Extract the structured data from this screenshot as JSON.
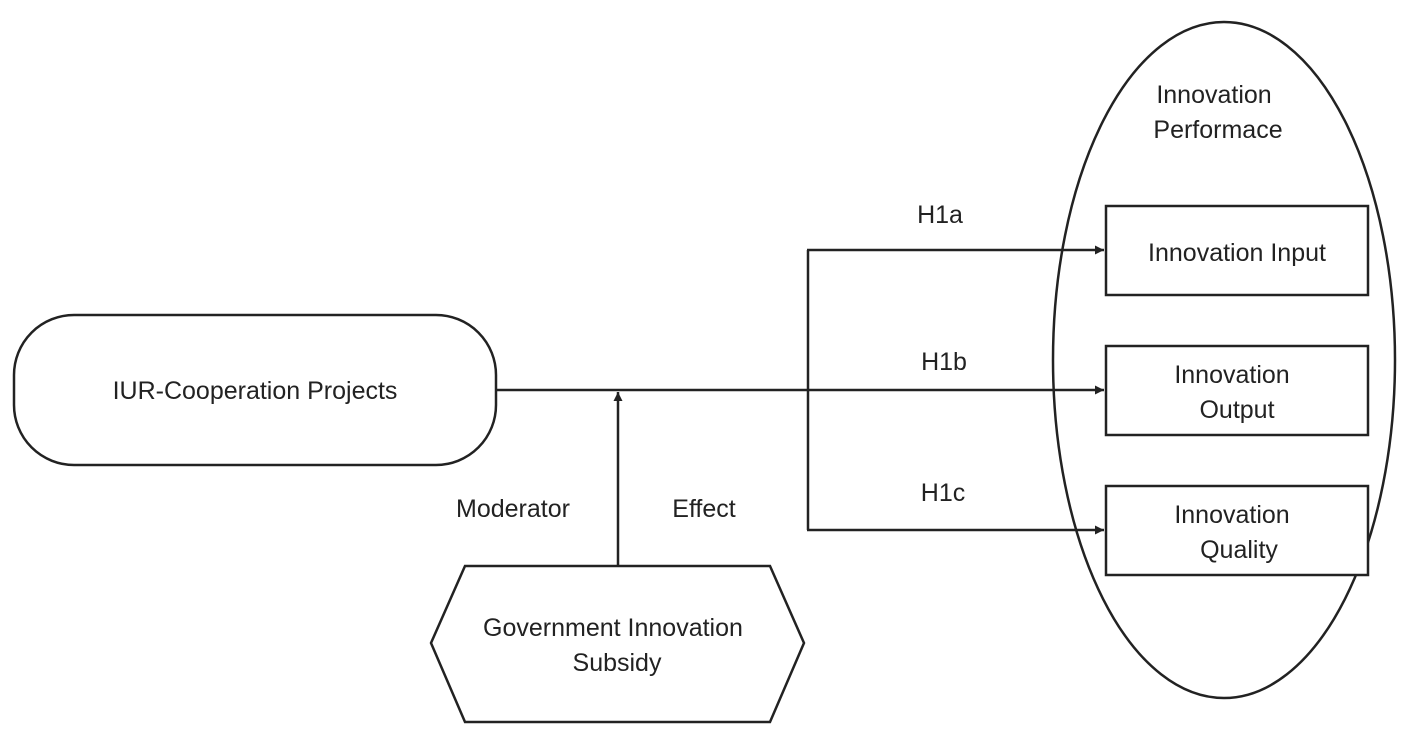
{
  "nodes": {
    "source": "IUR-Cooperation Projects",
    "moderator": [
      "Government Innovation",
      "Subsidy"
    ],
    "outcome_group": [
      "Innovation",
      "Performace"
    ],
    "input": "Innovation Input",
    "output": [
      "Innovation",
      "Output"
    ],
    "quality": [
      "Innovation",
      "Quality"
    ]
  },
  "edges": {
    "h1a": "H1a",
    "h1b": "H1b",
    "h1c": "H1c",
    "moderator_left": "Moderator",
    "moderator_right": "Effect"
  },
  "colors": {
    "stroke": "#222222",
    "background": "#ffffff"
  }
}
